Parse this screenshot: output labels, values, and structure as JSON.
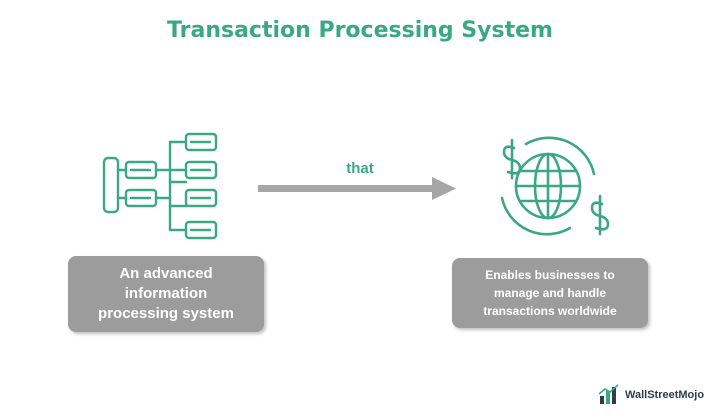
{
  "title": "Transaction Processing System",
  "arrow_label": "that",
  "left_box": "An advanced\ninformation\nprocessing system",
  "right_box": "Enables businesses to\nmanage and handle\ntransactions worldwide",
  "brand": "WallStreetMojo",
  "icons": {
    "left": "hierarchy-tree-icon",
    "right": "globe-dollar-icon",
    "brand": "wallstreetmojo-logo-icon"
  },
  "colors": {
    "accent": "#3aa882",
    "box": "#9c9c9c",
    "arrow": "#a6a6a6",
    "icon": "#3aa882"
  }
}
